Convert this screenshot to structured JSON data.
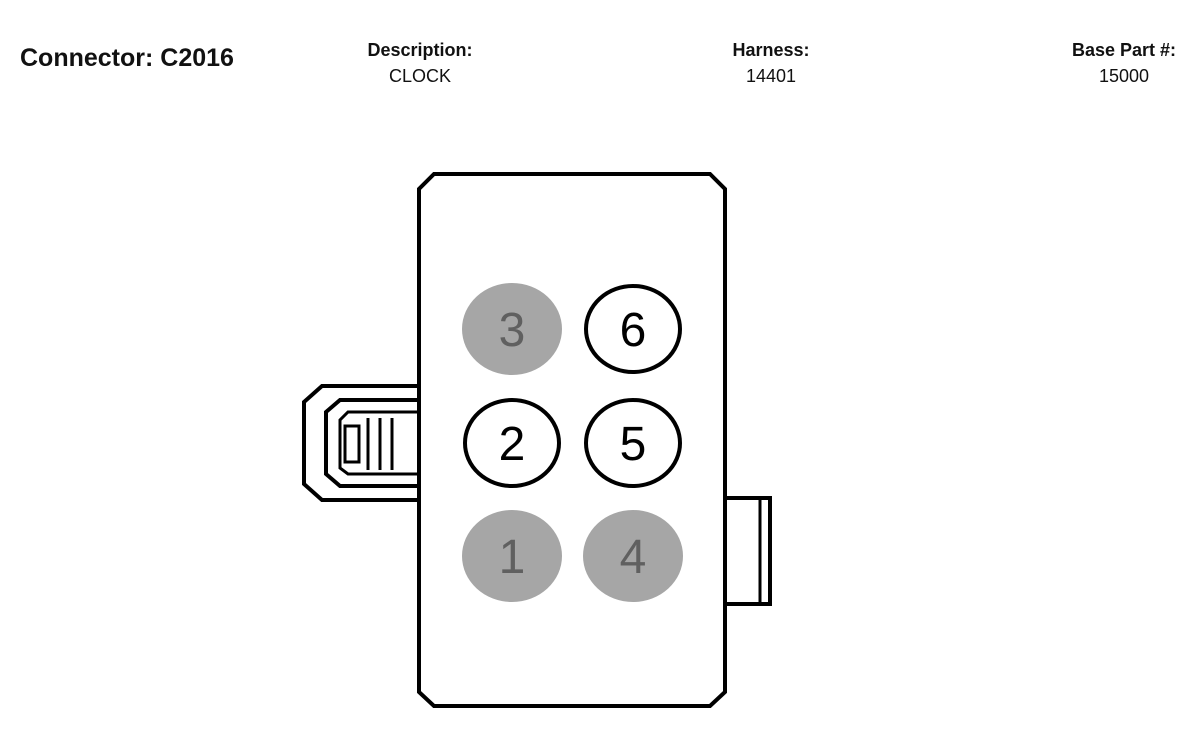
{
  "header": {
    "connector_label": "Connector: C2016"
  },
  "fields": {
    "description": {
      "label": "Description:",
      "value": "CLOCK"
    },
    "harness": {
      "label": "Harness:",
      "value": "14401"
    },
    "base_part": {
      "label": "Base Part #:",
      "value": "15000"
    }
  },
  "colors": {
    "outline": "#000000",
    "pin_empty_fill": "#a6a6a6",
    "pin_empty_text": "#606060",
    "pin_used_fill": "#ffffff",
    "pin_used_text": "#000000"
  },
  "pins": [
    {
      "number": "3",
      "populated": false
    },
    {
      "number": "6",
      "populated": true
    },
    {
      "number": "2",
      "populated": true
    },
    {
      "number": "5",
      "populated": true
    },
    {
      "number": "1",
      "populated": false
    },
    {
      "number": "4",
      "populated": false
    }
  ]
}
